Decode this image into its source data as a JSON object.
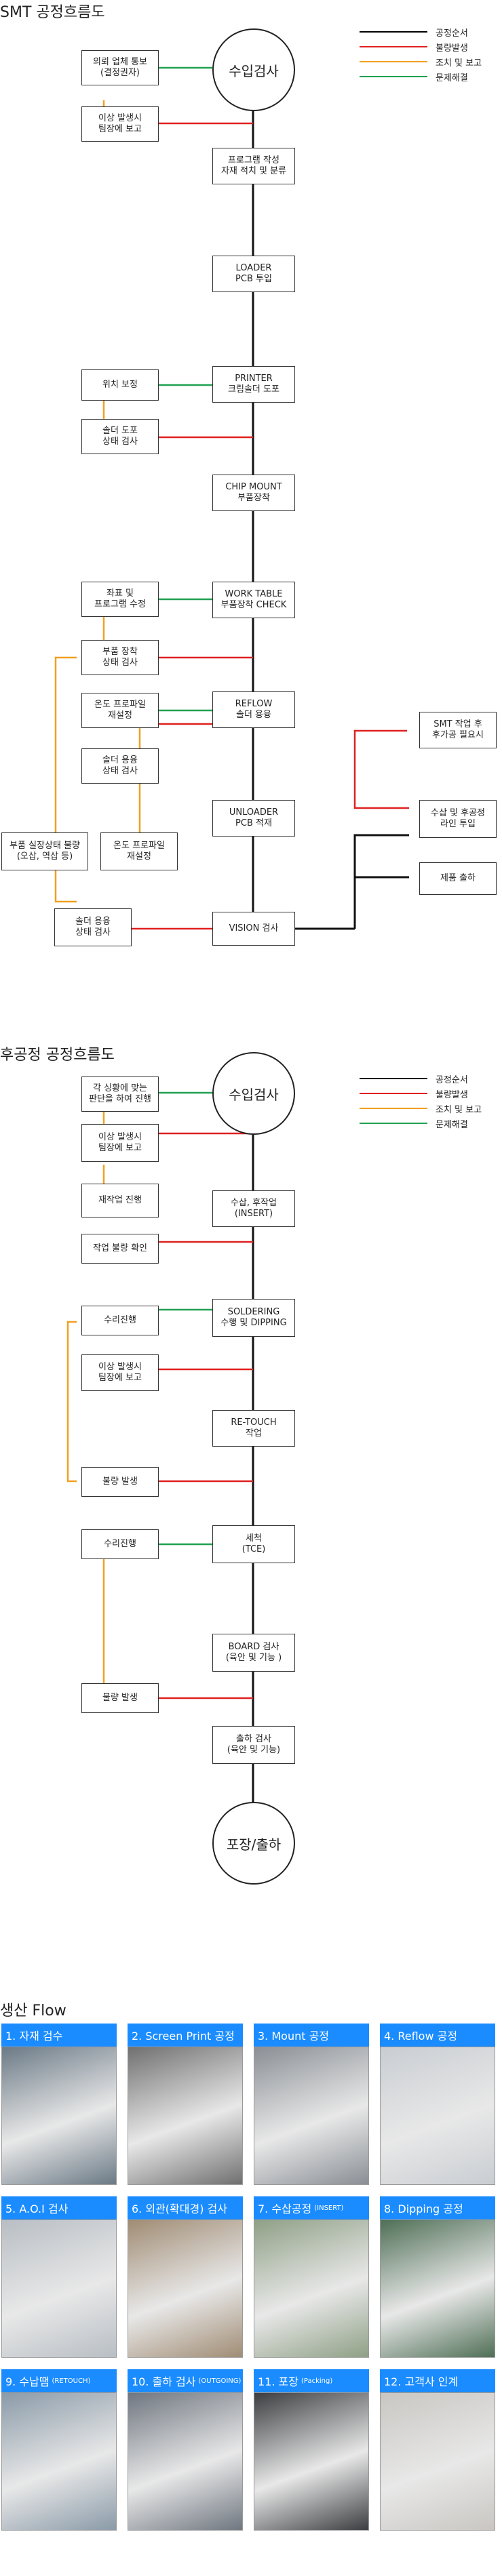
{
  "smt": {
    "title": "SMT 공정흐름도",
    "legend": [
      {
        "label": "공정순서",
        "color": "#000000"
      },
      {
        "label": "불량발생",
        "color": "#e02020"
      },
      {
        "label": "조치 및 보고",
        "color": "#f0a020"
      },
      {
        "label": "문제해결",
        "color": "#20a050"
      }
    ],
    "start": "수입검사",
    "boxes": {
      "uiroe": "의뢰 업체 통보\n(결정권자)",
      "isang1": "이상 발생시\n팀장에 보고",
      "program": "프로그램 작성\n자재 적치 및 분류",
      "loader": "LOADER\nPCB 투입",
      "wichi": "위치 보정",
      "printer": "PRINTER\n크림솔더 도포",
      "solder_state": "솔더 도포\n상태 검사",
      "chipmount": "CHIP MOUNT\n부품장착",
      "jwapyo": "좌표 및\n프로그램 수정",
      "worktable": "WORK TABLE\n부품장착 CHECK",
      "bupum": "부품 장착\n상태 검사",
      "ondo1": "온도 프로파일\n재설정",
      "reflow": "REFLOW\n솔더 용융",
      "solder_melt": "솔더 용융\n상태 검사",
      "bupum_bad": "부품 실장상태 불량\n(오삽, 역삽 등)",
      "ondo2": "온도 프로파일\n재설정",
      "unloader": "UNLOADER\nPCB 적재",
      "solder_melt2": "솔더 용융\n상태 검사",
      "vision": "VISION 검사",
      "smt_after": "SMT 작업 후\n후가공 필요시",
      "susap": "수삽 및 후공정\n라인 투입",
      "jepum": "제품 출하"
    }
  },
  "post": {
    "title": "후공정 공정흐름도",
    "legend": [
      {
        "label": "공정순서",
        "color": "#000000"
      },
      {
        "label": "불량발생",
        "color": "#e02020"
      },
      {
        "label": "조치 및 보고",
        "color": "#f0a020"
      },
      {
        "label": "문제해결",
        "color": "#20a050"
      }
    ],
    "start": "수입검사",
    "end": "포장/출하",
    "boxes": {
      "gak": "각 싱황에 맞는\n판단을 하여 진행",
      "isang1": "이상 발생시\n팀장에 보고",
      "jaejak": "재작업 진행",
      "susap": "수삽, 후작업\n(INSERT)",
      "jakup_bad": "작업 불량 확인",
      "suri1": "수리진행",
      "soldering": "SOLDERING\n수행 및 DIPPING",
      "isang2": "이상 발생시\n팀장에 보고",
      "retouch": "RE-TOUCH\n작업",
      "bad1": "불량 발생",
      "suri2": "수리진행",
      "sechuk": "세척\n(TCE)",
      "board": "BOARD 검사\n(육안 및 기능 )",
      "bad2": "불량 발생",
      "chulha": "출하 검사\n(육안 및 기능)"
    }
  },
  "flow": {
    "title": "생산 Flow",
    "cards": [
      {
        "label": "1. 자재 검수",
        "sub": "",
        "color": "#6b7a86"
      },
      {
        "label": "2. Screen Print 공정",
        "sub": "",
        "color": "#707070"
      },
      {
        "label": "3. Mount 공정",
        "sub": "",
        "color": "#8a8f95"
      },
      {
        "label": "4. Reflow 공정",
        "sub": "",
        "color": "#c9cdd2"
      },
      {
        "label": "5. A.O.I 검사",
        "sub": "",
        "color": "#b8bec4"
      },
      {
        "label": "6. 외관(확대경) 검사",
        "sub": "",
        "color": "#a08c74"
      },
      {
        "label": "7. 수삽공정",
        "sub": "(INSERT)",
        "color": "#8fa086"
      },
      {
        "label": "8. Dipping 공정",
        "sub": "",
        "color": "#4f6f56"
      },
      {
        "label": "9. 수납땜",
        "sub": "(RETOUCH)",
        "color": "#8a9aa8"
      },
      {
        "label": "10. 출하 검사",
        "sub": "(OUTGOING)",
        "color": "#6f7680"
      },
      {
        "label": "11. 포장",
        "sub": "(Packing)",
        "color": "#3b3d40"
      },
      {
        "label": "12. 고객사 인계",
        "sub": "",
        "color": "#c9c6c2"
      }
    ]
  }
}
